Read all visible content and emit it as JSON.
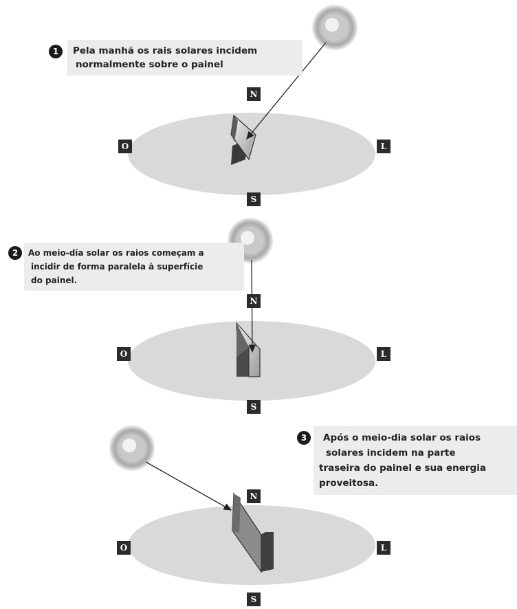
{
  "step1": {
    "number": "1",
    "lines": [
      "Pela manhã os rais solares incidem",
      "normalmente sobre o painel"
    ]
  },
  "step2": {
    "number": "2",
    "lines": [
      "Ao meio-dia solar os raios começam a",
      "incidir de forma paralela à superfície",
      "do painel."
    ]
  },
  "step3": {
    "number": "3",
    "lines": [
      "Após o meio-dia solar os raios",
      "solares incidem na parte",
      "traseira do painel e sua energia",
      "proveitosa."
    ]
  },
  "compass": {
    "north": "N",
    "south": "S",
    "west": "O",
    "east": "L"
  },
  "colors": {
    "ground": "#d9d9d9",
    "label_bg": "#2b2b2b",
    "note_bg": "#ececec",
    "panel_dark": "#4a4a4a"
  }
}
